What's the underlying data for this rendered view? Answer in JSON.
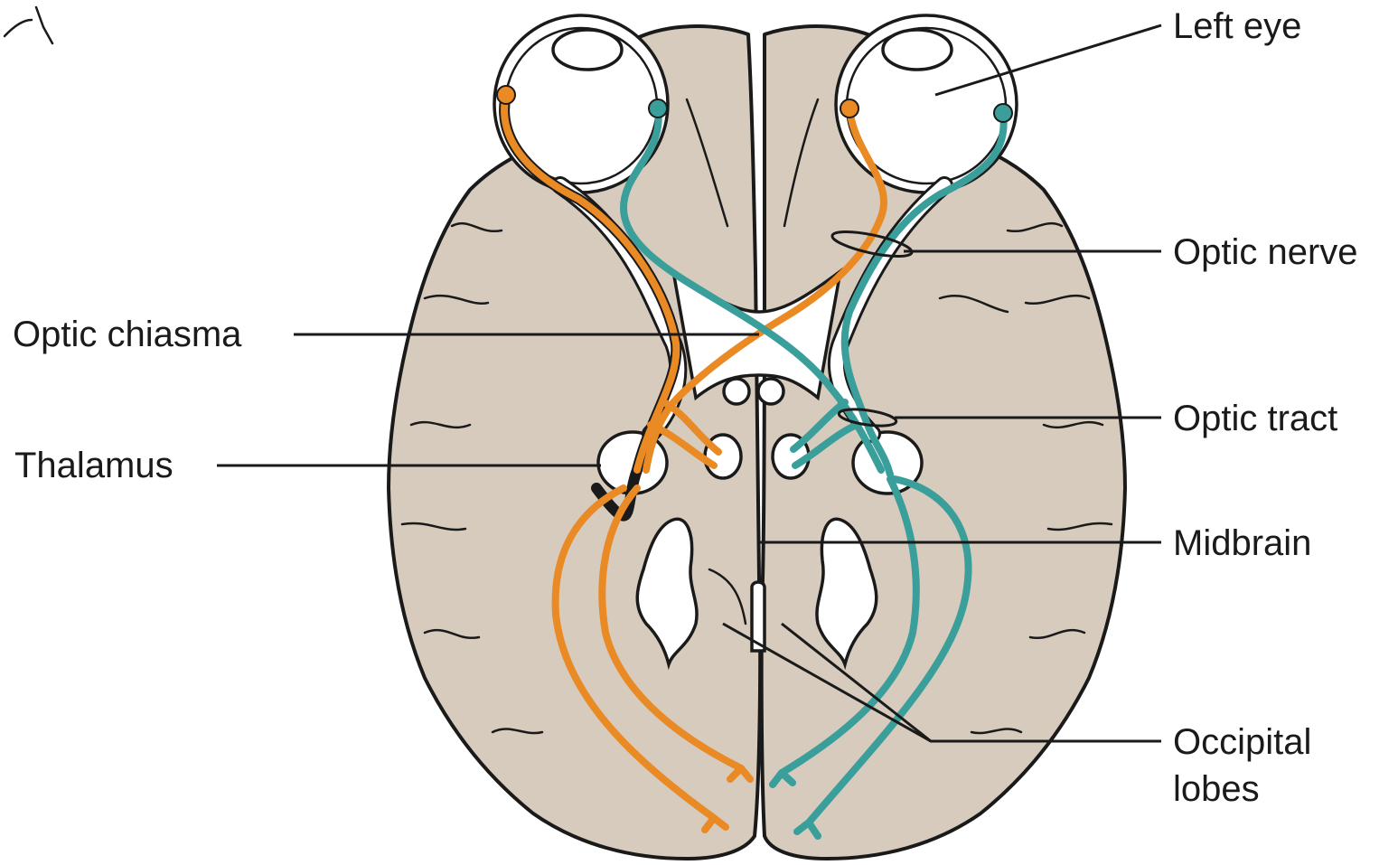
{
  "labels": {
    "left_eye": "Left eye",
    "optic_nerve": "Optic nerve",
    "optic_chiasma": "Optic chiasma",
    "optic_tract": "Optic tract",
    "thalamus": "Thalamus",
    "midbrain": "Midbrain",
    "occipital_lobes_line1": "Occipital",
    "occipital_lobes_line2": "lobes"
  },
  "colors": {
    "brain": "#d6cbbd",
    "left_field_pathway": "#e98a24",
    "right_field_pathway": "#3a9f9a",
    "outline": "#1a1a1a"
  }
}
